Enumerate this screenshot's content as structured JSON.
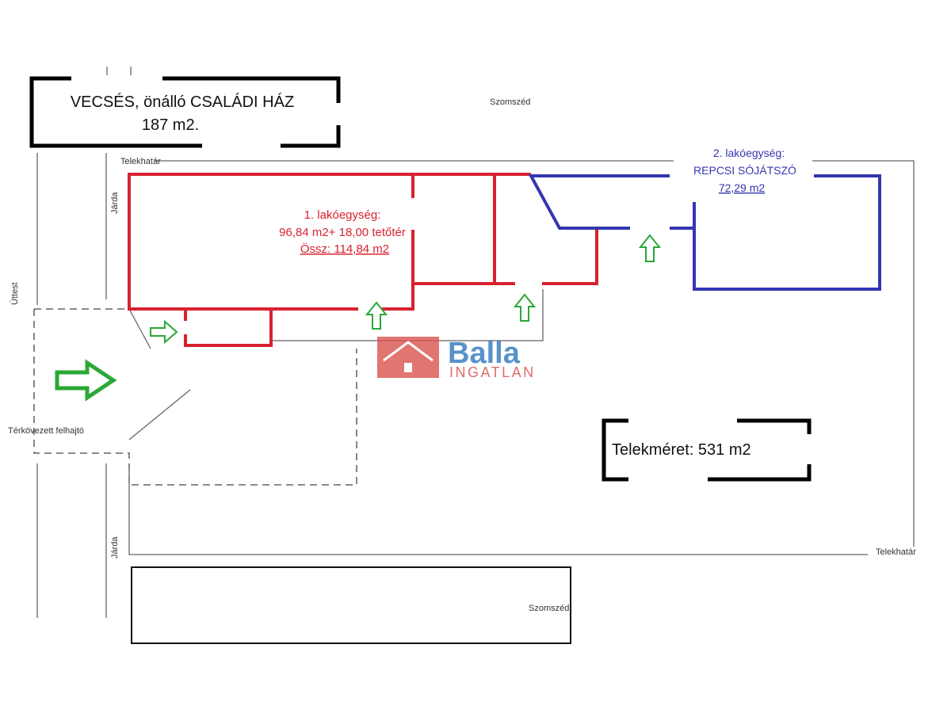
{
  "title": {
    "line1": "VECSÉS, önálló CSALÁDI HÁZ",
    "line2": "187 m2."
  },
  "labels": {
    "neighbor_top": "Szomszéd",
    "neighbor_bottom": "Szomszéd",
    "boundary_top": "Telekhatár",
    "boundary_bottom": "Telekhatár",
    "sidewalk_top": "Járda",
    "sidewalk_bottom": "Járda",
    "road": "Úttest",
    "driveway": "Térkövezett felhajtó"
  },
  "unit1": {
    "title": "1. lakóegység:",
    "area": "96,84 m2+ 18,00 tetőtér",
    "total": "Össz: 114,84 m2"
  },
  "unit2": {
    "title": "2. lakóegység:",
    "name": "REPCSI SÓJÁTSZÓ",
    "area": "72,29 m2"
  },
  "plot": {
    "size": "Telekméret: 531 m2"
  },
  "logo": {
    "name": "Balla",
    "sub": "INGATLAN"
  },
  "colors": {
    "unit1": "#d8222f",
    "unit2": "#3436b0",
    "arrows": "#2aa836",
    "logo_blue": "#3d7fc1",
    "logo_red": "#d9534f"
  }
}
